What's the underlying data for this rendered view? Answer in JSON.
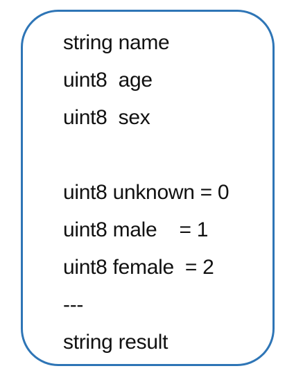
{
  "definition": {
    "border_color": "#2e75b6",
    "lines": [
      "string name",
      "uint8  age",
      "uint8  sex",
      "",
      "uint8 unknown = 0",
      "uint8 male    = 1",
      "uint8 female  = 2",
      "---",
      "string result"
    ]
  }
}
